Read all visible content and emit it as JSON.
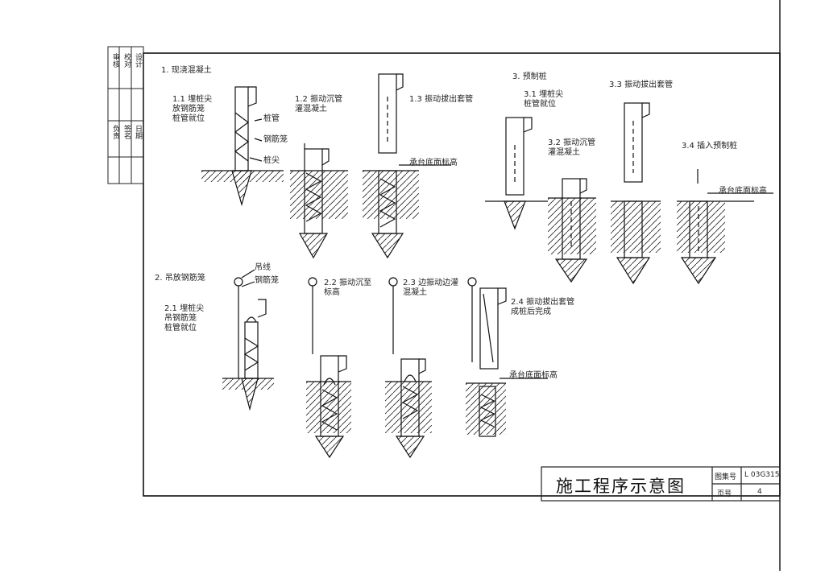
{
  "drawing": {
    "title": "施工程序示意图",
    "atlas_no_label": "图集号",
    "atlas_no_value": "L 03G315",
    "page_label": "页号",
    "page_value": "4"
  },
  "sign_block": {
    "cells": [
      "审核",
      "校对",
      "设计",
      "负责",
      "签名",
      "日期"
    ]
  },
  "section_a": {
    "heading": "1. 现浇混凝土",
    "steps": [
      {
        "label": "1.1 埋桩尖\n放钢筋笼\n桩管就位"
      },
      {
        "label": "1.2 振动沉管\n灌混凝土"
      },
      {
        "label": "1.3 振动拔出套管"
      }
    ],
    "callouts": [
      "桩管",
      "钢筋笼",
      "桩尖"
    ],
    "ground_note": "承台底面标高"
  },
  "section_b": {
    "heading": "2. 吊放钢筋笼",
    "steps": [
      {
        "label": "2.1 埋桩尖\n吊钢筋笼\n桩管就位"
      },
      {
        "label": "2.2 振动沉至\n标高"
      },
      {
        "label": "2.3 边振动边灌\n混凝土"
      },
      {
        "label": "2.4 振动拔出套管\n成桩后完成"
      }
    ],
    "callouts": [
      "吊线",
      "钢筋笼"
    ],
    "ground_note": "承台底面标高"
  },
  "section_c": {
    "heading": "3. 预制桩",
    "steps": [
      {
        "label": "3.1 埋桩尖\n桩管就位"
      },
      {
        "label": "3.2 振动沉管\n灌混凝土"
      },
      {
        "label": "3.3 振动拔出套管"
      },
      {
        "label": "3.4 插入预制桩"
      }
    ],
    "ground_note": "承台底面标高"
  }
}
